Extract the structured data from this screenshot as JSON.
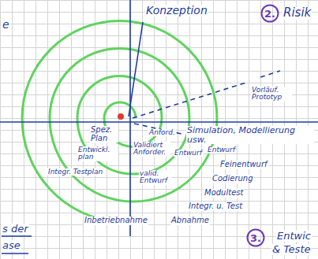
{
  "diagram": {
    "nodes": [
      {
        "text": [
          "2."
        ]
      },
      {
        "text": [
          "3."
        ]
      }
    ],
    "labels": [
      "e",
      "Konzeption",
      "Risik",
      "Vorläuf. Prototyp",
      "Spez. Plan",
      "Anford.",
      "Simulation, Modellierung usw.",
      "Entwickl. plan",
      "Validiert Anforder.",
      "Entwurf",
      "Entwurf",
      "Feinentwurf",
      "valid. Entwurf",
      "Integr. Testplan",
      "Codierung",
      "Modultest",
      "Integr. u. Test",
      "Abnahme",
      "Inbetriebnahme",
      "s der",
      "ase",
      "Entwic",
      "& Teste"
    ]
  }
}
